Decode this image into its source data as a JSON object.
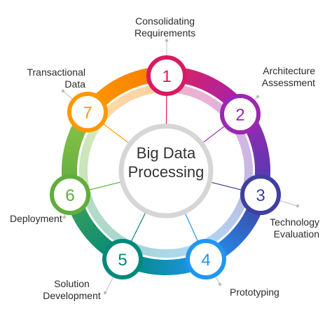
{
  "diagram": {
    "center_title_line1": "Big Data",
    "center_title_line2": "Processing",
    "steps": [
      {
        "number": "1",
        "label_line1": "Consolidating",
        "label_line2": "Requirements",
        "color": "#d81b60"
      },
      {
        "number": "2",
        "label_line1": "Architecture",
        "label_line2": "Assessment",
        "color": "#9c27b0"
      },
      {
        "number": "3",
        "label_line1": "Technology",
        "label_line2": "Evaluation",
        "color": "#3f3fa0"
      },
      {
        "number": "4",
        "label_line1": "Prototyping",
        "label_line2": "",
        "color": "#2196f3"
      },
      {
        "number": "5",
        "label_line1": "Solution",
        "label_line2": "Development",
        "color": "#00897b"
      },
      {
        "number": "6",
        "label_line1": "Deployment",
        "label_line2": "",
        "color": "#5fae3b"
      },
      {
        "number": "7",
        "label_line1": "Transactional",
        "label_line2": "Data",
        "color": "#ff9800"
      }
    ]
  }
}
